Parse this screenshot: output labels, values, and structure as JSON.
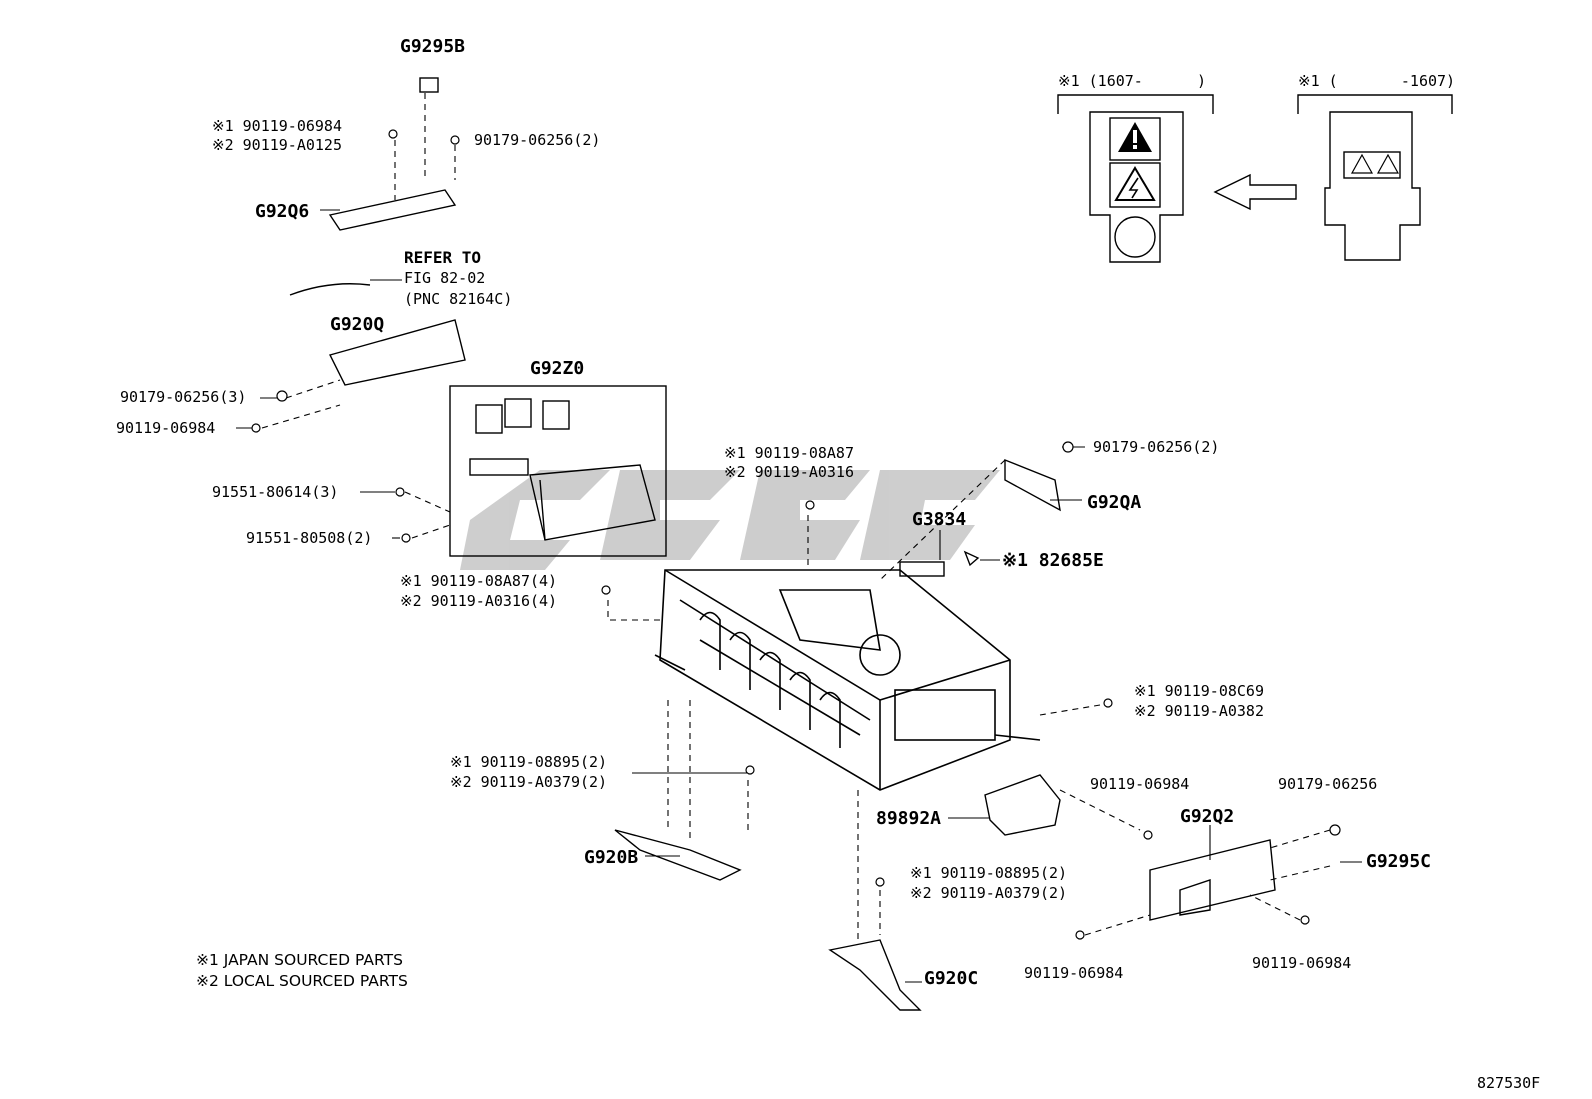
{
  "labels": {
    "g9295b": "G9295B",
    "a_90119_06984": "※1 90119-06984",
    "a_90119_a0125": "※2 90119-A0125",
    "a_90179_06256_2_top": "90179-06256(2)",
    "g92q6": "G92Q6",
    "refer_to": "REFER TO",
    "fig_82_02": "FIG 82-02",
    "pnc": "(PNC 82164C)",
    "g920q": "G920Q",
    "p_90179_06256_3": "90179-06256(3)",
    "p_90119_06984_left": "90119-06984",
    "g92z0": "G92Z0",
    "p_91551_80614_3": "91551-80614(3)",
    "p_91551_80508_2": "91551-80508(2)",
    "b_90119_08a87": "※1 90119-08A87",
    "b_90119_a0316": "※2 90119-A0316",
    "c_90119_08a87_4": "※1 90119-08A87(4)",
    "c_90119_a0316_4": "※2 90119-A0316(4)",
    "p_90179_06256_2_right": "90179-06256(2)",
    "g92qa": "G92QA",
    "g3834": "G3834",
    "d_82685e": "※1 82685E",
    "e_90119_08c69": "※1 90119-08C69",
    "e_90119_a0382": "※2 90119-A0382",
    "f_90119_08895_2": "※1 90119-08895(2)",
    "f_90119_a0379_2": "※2 90119-A0379(2)",
    "g920b": "G920B",
    "p_89892a": "89892A",
    "p_90119_06984_mid": "90119-06984",
    "p_90179_06256_right": "90179-06256",
    "g92q2": "G92Q2",
    "g9295c": "G9295C",
    "h_90119_08895_2": "※1 90119-08895(2)",
    "h_90119_a0379_2": "※2 90119-A0379(2)",
    "g920c": "G920C",
    "p_90119_06984_bl": "90119-06984",
    "p_90119_06984_br": "90119-06984",
    "note1": "※1 JAPAN SOURCED PARTS",
    "note2": "※2 LOCAL SOURCED PARTS",
    "figure_id": "827530F",
    "inset_new": "※1 (1607-      )",
    "inset_old": "※1 (       -1607)"
  }
}
